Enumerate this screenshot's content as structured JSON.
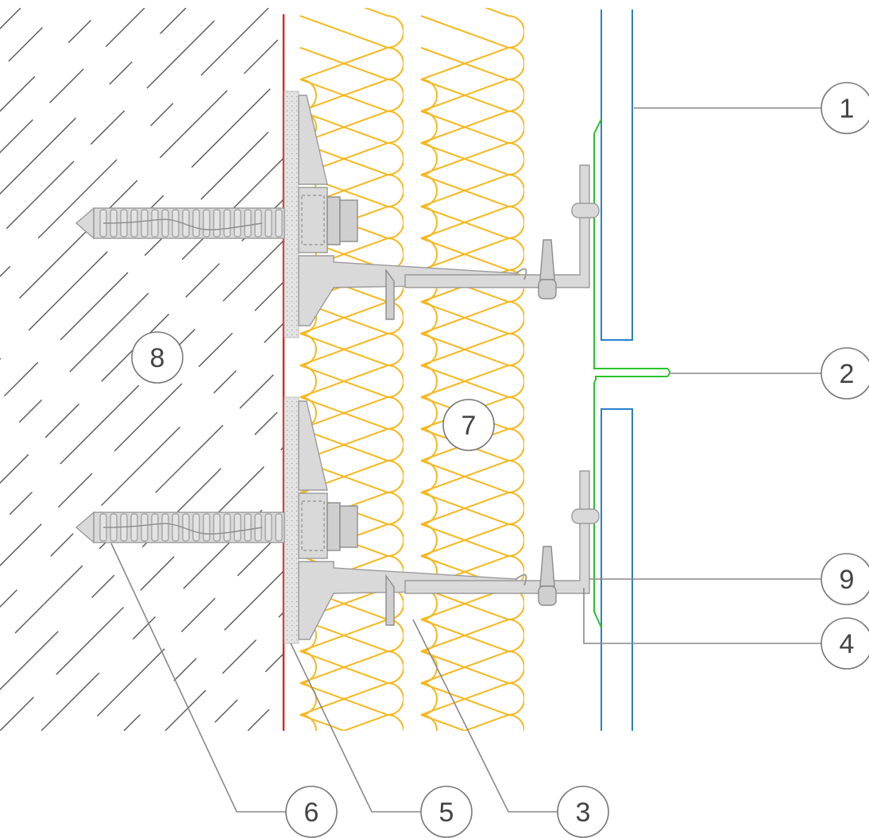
{
  "callouts": [
    {
      "id": "1",
      "label": "1"
    },
    {
      "id": "2",
      "label": "2"
    },
    {
      "id": "3",
      "label": "3"
    },
    {
      "id": "4",
      "label": "4"
    },
    {
      "id": "5",
      "label": "5"
    },
    {
      "id": "6",
      "label": "6"
    },
    {
      "id": "7",
      "label": "7"
    },
    {
      "id": "8",
      "label": "8"
    },
    {
      "id": "9",
      "label": "9"
    }
  ],
  "colors": {
    "membrane_red": "#e0201a",
    "insulation_yellow": "#f6b81f",
    "panel_blue": "#2a7fd1",
    "clip_green": "#29c42a",
    "hardware_gray": "#d9d9d9",
    "hatch_gray": "#555555"
  },
  "icons": {
    "anchor": "anchor-icon",
    "bracket": "bracket-icon",
    "screw": "screw-icon",
    "rivet": "rivet-icon"
  }
}
